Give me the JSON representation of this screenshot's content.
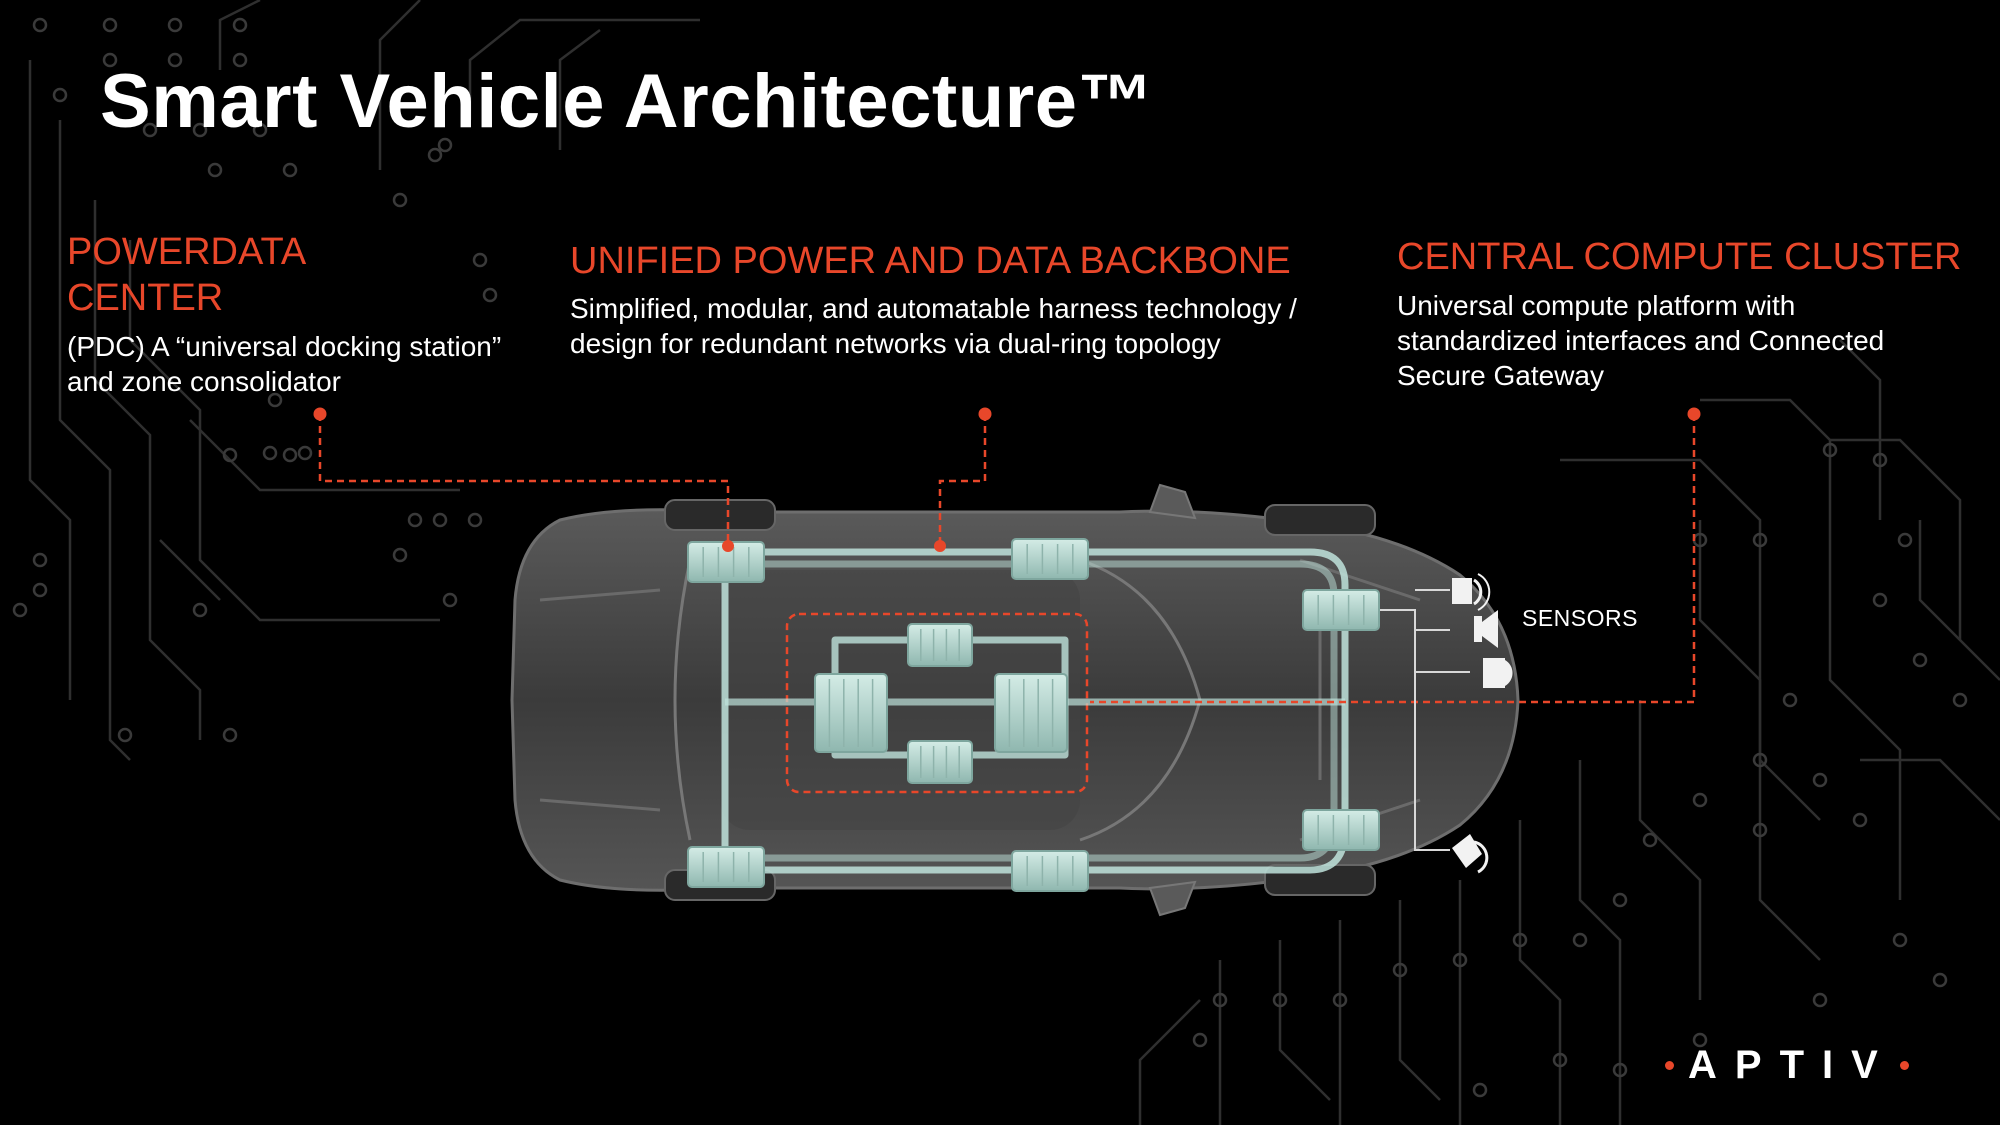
{
  "title": "Smart Vehicle Architecture™",
  "sections": [
    {
      "heading": "POWERDATA CENTER",
      "text": "(PDC) A “universal docking station” and zone consolidator"
    },
    {
      "heading": "UNIFIED POWER AND DATA BACKBONE",
      "text": "Simplified, modular, and automatable harness technology / design for redundant networks via dual-ring topology"
    },
    {
      "heading": "CENTRAL COMPUTE CLUSTER",
      "text": "Universal compute platform with standardized interfaces and Connected Secure Gateway"
    }
  ],
  "sensors_label": "SENSORS",
  "brand": "APTIV",
  "colors": {
    "background": "#000000",
    "accent": "#e8472a",
    "text": "#ffffff",
    "harness": "#bfe3dc",
    "circuit": "#3a3a3a"
  }
}
